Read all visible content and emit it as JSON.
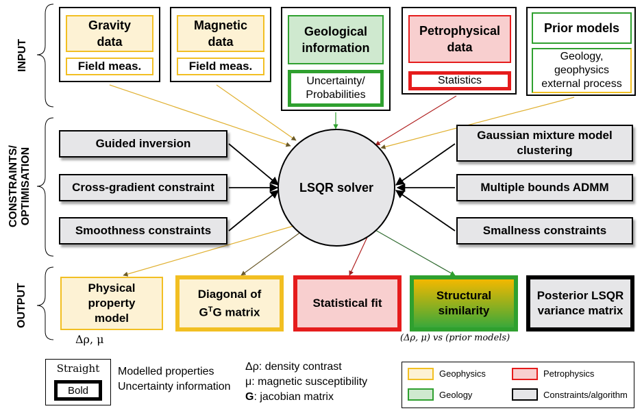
{
  "sections": {
    "input": "INPUT",
    "constraints_l1": "CONSTRAINTS/",
    "constraints_l2": "OPTIMISATION",
    "output": "OUTPUT"
  },
  "inputs": {
    "gravity": {
      "title_l1": "Gravity",
      "title_l2": "data",
      "sub": "Field meas."
    },
    "magnetic": {
      "title_l1": "Magnetic",
      "title_l2": "data",
      "sub": "Field meas."
    },
    "geological": {
      "title_l1": "Geological",
      "title_l2": "information",
      "sub_l1": "Uncertainty/",
      "sub_l2": "Probabilities"
    },
    "petrophysical": {
      "title_l1": "Petrophysical",
      "title_l2": "data",
      "sub": "Statistics"
    },
    "prior": {
      "title": "Prior models",
      "sub_l1": "Geology,",
      "sub_l2": "geophysics",
      "sub_l3": "external process"
    }
  },
  "solver": "LSQR solver",
  "constraints_left": [
    "Guided inversion",
    "Cross-gradient constraint",
    "Smoothness constraints"
  ],
  "constraints_right": [
    {
      "l1": "Gaussian mixture model",
      "l2": "clustering"
    },
    {
      "l1": "Multiple bounds ADMM",
      "l2": ""
    },
    {
      "l1": "Smallness constraints",
      "l2": ""
    }
  ],
  "outputs": {
    "physical": {
      "l1": "Physical",
      "l2": "property",
      "l3": "model",
      "note": "Δρ, μ"
    },
    "diagonal": {
      "l1": "Diagonal of",
      "l2_a": "G",
      "l2_sup": "T",
      "l2_b": "G matrix"
    },
    "statfit": {
      "l1": "Statistical fit"
    },
    "structural": {
      "l1": "Structural",
      "l2": "similarity",
      "note": "(Δρ, μ) vs (prior models)"
    },
    "posterior": {
      "l1": "Posterior LSQR",
      "l2": "variance matrix"
    }
  },
  "key": {
    "straight": "Straight",
    "bold": "Bold",
    "modelled": "Modelled properties",
    "uncertainty": "Uncertainty information",
    "sym_rho": "Δρ",
    "def_rho": ": density contrast",
    "sym_mu": "μ",
    "def_mu": ": magnetic susceptibility",
    "sym_g": "G",
    "def_g": ": jacobian matrix"
  },
  "legend": {
    "geophysics": "Geophysics",
    "petrophysics": "Petrophysics",
    "geology": "Geology",
    "constraints": "Constraints/algorithm"
  },
  "colors": {
    "geophysics_fill": "#fdf2d4",
    "geophysics_border": "#f2bf22",
    "geology_fill": "#cfe9cf",
    "geology_border": "#2fa02f",
    "petrophysics_fill": "#f8cfcf",
    "petrophysics_border": "#e51c1c",
    "constraints_fill": "#e6e6e8",
    "constraints_border": "#000000"
  }
}
